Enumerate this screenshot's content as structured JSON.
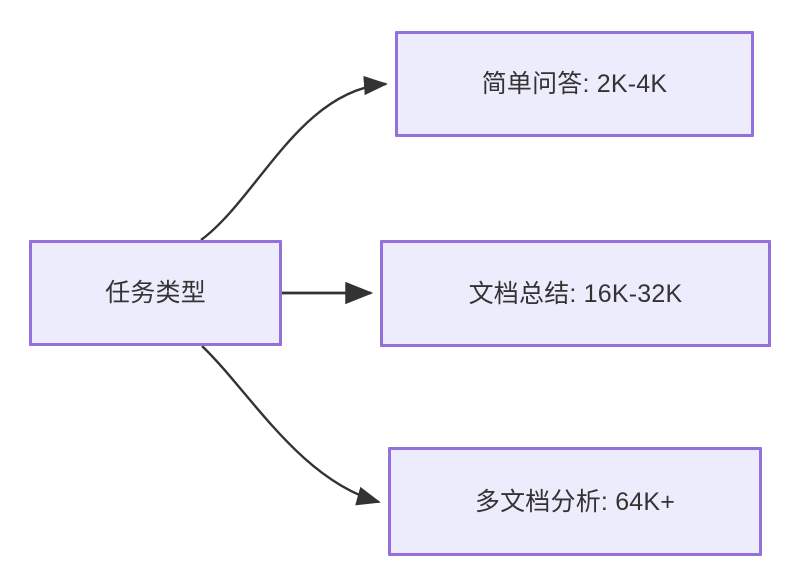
{
  "diagram": {
    "type": "flowchart",
    "direction": "left-to-right",
    "background_color": "#ffffff",
    "node_fill_color": "#ececfc",
    "node_border_color": "#9370db",
    "node_text_color": "#333333",
    "edge_color": "#333333",
    "nodes": [
      {
        "id": "source",
        "label": "任务类型"
      },
      {
        "id": "simple",
        "label": "简单问答: 2K-4K"
      },
      {
        "id": "summary",
        "label": "文档总结: 16K-32K"
      },
      {
        "id": "multi",
        "label": "多文档分析: 64K+"
      }
    ],
    "edges": [
      {
        "from": "source",
        "to": "simple",
        "label": "",
        "style": "curved"
      },
      {
        "from": "source",
        "to": "summary",
        "label": "",
        "style": "straight"
      },
      {
        "from": "source",
        "to": "multi",
        "label": "",
        "style": "curved"
      }
    ]
  }
}
